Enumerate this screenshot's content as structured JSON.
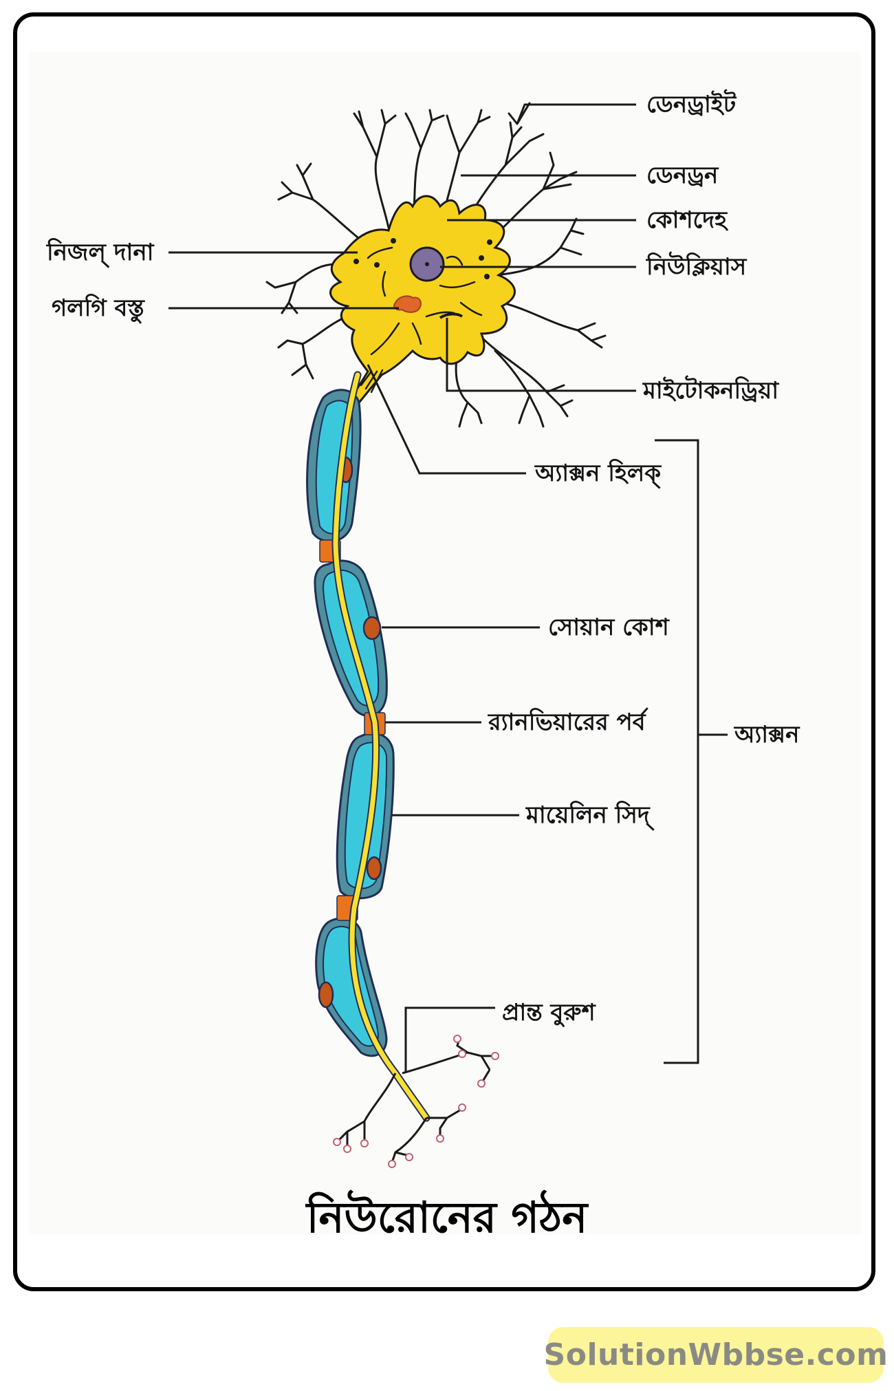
{
  "figure": {
    "title": "নিউরোনের গঠন",
    "colors": {
      "cell_body": "#f7d21c",
      "nucleus": "#7f6f9e",
      "golgi": "#e0672a",
      "myelin_inner": "#3cc8dc",
      "myelin_outer": "#4f8f9e",
      "axon_core": "#f8e033",
      "node": "#e8741e",
      "schwann_nucleus": "#c4561a",
      "line": "#1a1a1a"
    }
  },
  "labels": {
    "right": {
      "dendrite": "ডেনড্রাইট",
      "dendron": "ডেনড্রন",
      "cell_body": "কোশদেহ",
      "nucleus": "নিউক্লিয়াস",
      "mitochondria": "মাইটোকনড্রিয়া"
    },
    "left": {
      "nissl_granules": "নিজল্ দানা",
      "golgi_body": "গলগি বস্তু"
    },
    "axon_parts": {
      "axon_hillock": "অ্যাক্সন হিলক্",
      "schwann_cell": "সোয়ান কোশ",
      "node_of_ranvier": "র‍্যানভিয়ারের পর্ব",
      "myelin_sheath": "মায়েলিন সিদ্",
      "terminal_brush": "প্রান্ত বুরুশ"
    },
    "axon_bracket": "অ্যাক্সন"
  },
  "watermark": {
    "text": "SolutionWbbse.com",
    "background": "#fdf59a",
    "color": "#8a8a84"
  }
}
